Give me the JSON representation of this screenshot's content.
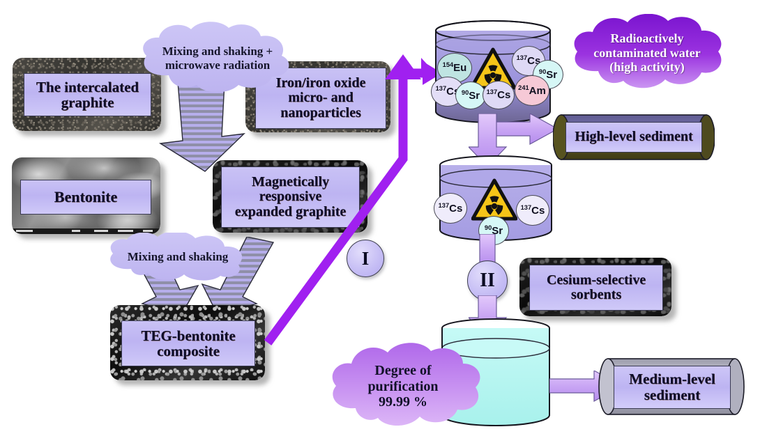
{
  "diagram": {
    "title": "Radioactive water purification scheme with TEG-bentonite composite",
    "colors": {
      "plate_fill": "#bdb4f2",
      "arrow_purple": "#a020f0",
      "cloud_light": "#c3bbf2",
      "cloud_dark_top": "#8b1fd6",
      "cloud_dark_bottom": "#c58ef0",
      "water_contaminated": "#9b93dc",
      "water_clean": "#b6f5f0",
      "radiation_yellow": "#f5c518",
      "sediment_high": "#4e4a1e",
      "sediment_medium": "#9b9bab"
    },
    "materials": [
      {
        "id": "intercalated-graphite",
        "label": "The intercalated\ngraphite",
        "texture": "graphite"
      },
      {
        "id": "iron-oxide-particles",
        "label": "Iron/iron oxide\nmicro- and\nnanoparticles",
        "texture": "graphite"
      },
      {
        "id": "bentonite",
        "label": "Bentonite",
        "texture": "sem"
      },
      {
        "id": "expanded-graphite",
        "label": "Magnetically\nresponsive\nexpanded graphite",
        "texture": "black"
      },
      {
        "id": "teg-bentonite",
        "label": "TEG-bentonite\ncomposite",
        "texture": "teg"
      },
      {
        "id": "cesium-sorbents",
        "label": "Cesium-selective\nsorbents",
        "texture": "black"
      }
    ],
    "process_clouds": [
      {
        "id": "mixing-microwave",
        "label": "Mixing and shaking +\nmicrowave radiation",
        "style": "light"
      },
      {
        "id": "mixing-shaking",
        "label": "Mixing and shaking",
        "style": "light"
      },
      {
        "id": "contaminated-water",
        "label": "Radioactively\ncontaminated water\n(high activity)",
        "style": "dark"
      },
      {
        "id": "degree-purification",
        "label": "Degree of\npurification\n99.99 %",
        "style": "medium"
      }
    ],
    "beakers": [
      {
        "id": "beaker-high-activity",
        "water": "contaminated",
        "hazard": true,
        "isotopes": [
          {
            "mass": "154",
            "element": "Eu",
            "fill": "#bfe4e2"
          },
          {
            "mass": "137",
            "element": "Cs",
            "fill": "#ded9f5"
          },
          {
            "mass": "90",
            "element": "Sr",
            "fill": "#d6f7f6"
          },
          {
            "mass": "137",
            "element": "Cs",
            "fill": "#e3def7"
          },
          {
            "mass": "137",
            "element": "Cs",
            "fill": "#ded9f5"
          },
          {
            "mass": "90",
            "element": "Sr",
            "fill": "#d6f7f6"
          },
          {
            "mass": "241",
            "element": "Am",
            "fill": "#f6c9d6"
          }
        ]
      },
      {
        "id": "beaker-medium-activity",
        "water": "contaminated",
        "hazard": true,
        "isotopes": [
          {
            "mass": "137",
            "element": "Cs",
            "fill": "#efecfb"
          },
          {
            "mass": "137",
            "element": "Cs",
            "fill": "#efecfb"
          },
          {
            "mass": "90",
            "element": "Sr",
            "fill": "#d6f7f6"
          }
        ]
      },
      {
        "id": "beaker-purified",
        "water": "clean",
        "hazard": false,
        "isotopes": []
      }
    ],
    "sediments": [
      {
        "id": "high-level-sediment",
        "label": "High-level sediment",
        "body": "#4e4a1e"
      },
      {
        "id": "medium-level-sediment",
        "label": "Medium-level\nsediment",
        "body": "#9b9bab"
      }
    ],
    "stages": [
      {
        "id": "stage-one",
        "numeral": "I"
      },
      {
        "id": "stage-two",
        "numeral": "II"
      }
    ]
  }
}
